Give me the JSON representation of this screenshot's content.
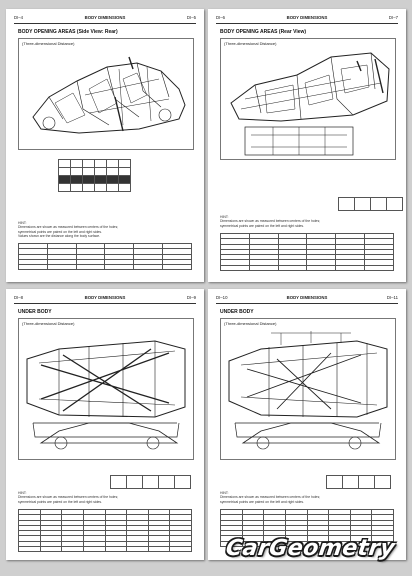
{
  "pages": [
    {
      "header": {
        "left": "DI–4",
        "center": "BODY DIMENSIONS",
        "right": "DI–5"
      },
      "section_title": "BODY OPENING AREAS (Side View: Rear)",
      "figure_caption": "(Three-dimensional Distance)",
      "notes": [
        "HINT:",
        "Dimensions are shown as measured between centers of the holes;",
        "symmetrical points are paired on the left and right sides.",
        "Values shown are the distance along the body surface."
      ]
    },
    {
      "header": {
        "left": "DI–6",
        "center": "BODY DIMENSIONS",
        "right": "DI–7"
      },
      "section_title": "BODY OPENING AREAS (Rear View)",
      "figure_caption": "(Three-dimensional Distance)",
      "notes": [
        "HINT:",
        "Dimensions are shown as measured between centers of the holes;",
        "symmetrical points are paired on the left and right sides."
      ]
    },
    {
      "header": {
        "left": "DI–8",
        "center": "BODY DIMENSIONS",
        "right": "DI–9"
      },
      "section_title": "UNDER BODY",
      "figure_caption": "(Three-dimensional Distance)",
      "notes": [
        "HINT:",
        "Dimensions are shown as measured between centers of the holes;",
        "symmetrical points are paired on the left and right sides."
      ]
    },
    {
      "header": {
        "left": "DI–10",
        "center": "BODY DIMENSIONS",
        "right": "DI–11"
      },
      "section_title": "UNDER BODY",
      "figure_caption": "(Three-dimensional Distance)",
      "notes": [
        "HINT:",
        "Dimensions are shown as measured between centers of the holes;",
        "symmetrical points are paired on the left and right sides."
      ]
    }
  ],
  "logo_text": "CarGeometry"
}
